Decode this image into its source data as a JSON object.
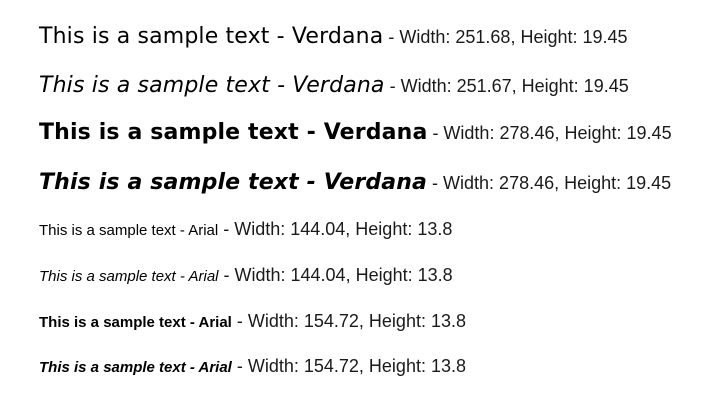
{
  "lines": [
    {
      "sample": "This is a sample text - Verdana",
      "measure": " - Width: 251.68, Height: 19.45"
    },
    {
      "sample": "This is a sample text - Verdana",
      "measure": " - Width: 251.67, Height: 19.45"
    },
    {
      "sample": "This is a sample text - Verdana",
      "measure": " - Width: 278.46, Height: 19.45"
    },
    {
      "sample": "This is a sample text - Verdana",
      "measure": " - Width: 278.46, Height: 19.45"
    },
    {
      "sample": "This is a sample text - Arial",
      "measure": " - Width: 144.04, Height: 13.8"
    },
    {
      "sample": "This is a sample text - Arial",
      "measure": " - Width: 144.04, Height: 13.8"
    },
    {
      "sample": "This is a sample text - Arial",
      "measure": " - Width: 154.72, Height: 13.8"
    },
    {
      "sample": "This is a sample text - Arial",
      "measure": " - Width: 154.72, Height: 13.8"
    }
  ]
}
